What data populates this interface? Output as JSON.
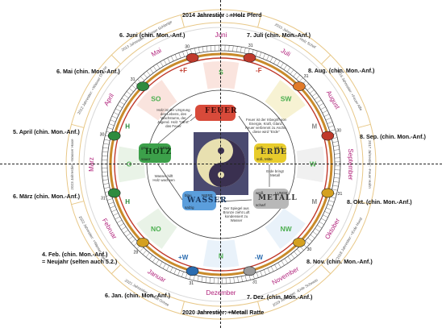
{
  "colors": {
    "ring_outer": "#c98a2a",
    "ring_red": "#c0392b",
    "ring_green": "#2e8b3e",
    "month_text": "#b0207a",
    "direction_text": "#4caf50",
    "fire": "#d84a3a",
    "earth": "#e4c420",
    "metal": "#a8a8a8",
    "water": "#4a8fd0",
    "wood": "#3ca04a",
    "bg": "#ffffff"
  },
  "top_label": "2014 Jahrestier : +Holz Pferd",
  "bottom_label": "2020 Jahrestier: +Metall Ratte",
  "outer_labels_right": [
    "7. Juli (chin. Mon.-Anf.)",
    "8. Aug. (chin. Mon.-Anf.)",
    "8. Sep. (chin. Mon.-Anf.)",
    "8. Okt. (chin. Mon.-Anf.)",
    "8. Nov. (chin. Mon.-Anf.)",
    "7. Dez. (chin. Mon.-Anf.)"
  ],
  "outer_labels_left": [
    "6. Juni (chin. Mon.-Anf.)",
    "6. Mai (chin. Mon.-Anf.)",
    "5. April (chin. Mon.-Anf.)",
    "6. März (chin. Mon.-Anf.)",
    "4. Feb. (chin. Mon.-Anf.)",
    "= Neujahr (selten auch 5.2.)",
    "6. Jan. (chin. Mon.-Anf.)"
  ],
  "months": [
    "Juni",
    "Juli",
    "August",
    "September",
    "Oktober",
    "November",
    "Dezember",
    "Januar",
    "Februar",
    "März",
    "April",
    "Mai"
  ],
  "month_days": [
    "31",
    "31",
    "30",
    "31",
    "30",
    "31",
    "31",
    "28",
    "31",
    "30",
    "31",
    "30"
  ],
  "year_ring": [
    "2014 Jahrestier: +Holz Pferd",
    "2015 Jahrestier: -Holz Schaf",
    "2016 Jahrestier: +Feuer Affe",
    "2017 Jahrestier: -Feuer Hahn",
    "2018 Jahrestier: +Erde Hund",
    "2019 Jahrestier: -Erde Schwein",
    "2020 Jahrestier: +Metall Ratte",
    "2021 Jahrestier: -Metall Ochse",
    "2022 Jahrestier: +Wasser Tiger",
    "2023 Jahrestier: -Wasser Hase",
    "2012 Jahrestier: +Wasser Drache",
    "2013 Jahrestier: -Wasser Schlange"
  ],
  "directions": [
    "S",
    "SW",
    "W",
    "NW",
    "N",
    "NO",
    "O",
    "SO"
  ],
  "phase_marks": [
    "+F",
    "-F",
    "M",
    "M",
    "-W",
    "+W",
    "H",
    "H"
  ],
  "elements": {
    "fire": {
      "name": "FEUER",
      "top": "Herz",
      "desc": "Wärme, Liebe"
    },
    "earth": {
      "name": "ERDE",
      "top": "gelb",
      "left": "MILZ",
      "desc": "süß, Mitte"
    },
    "metal": {
      "name": "METALL",
      "top": "weiß",
      "left": "LUNGE",
      "desc": "scharf"
    },
    "water": {
      "name": "WASSER",
      "top": "blau",
      "left": "NIERE",
      "desc": "salzig"
    },
    "wood": {
      "name": "HOLZ",
      "top": "grün",
      "left": "LEBER",
      "desc": "sauer"
    }
  },
  "notes": {
    "fire_left": "Holz ist der Ursprung des Lebens, des Wachstums, der Jugend. Holz \"nährt\" das Feuer",
    "fire_right": "Feuer ist der Inbegriff von Energie, Kraft, Glanz. Feuer verbrennt zu Asche, diese wird \"Erde\"",
    "earth_note": "Erde bringt Metall",
    "water_note": "Wasser hilft Holz wachsen",
    "metal_note": "Der Spiegel aus Bronze zieht Luft kondensiert zu Wasser"
  },
  "animals": [
    "horse-icon",
    "sheep-icon",
    "monkey-icon",
    "rooster-icon",
    "dog-icon",
    "pig-icon",
    "rat-icon",
    "ox-icon",
    "tiger-icon",
    "rabbit-icon",
    "dragon-icon",
    "snake-icon"
  ]
}
